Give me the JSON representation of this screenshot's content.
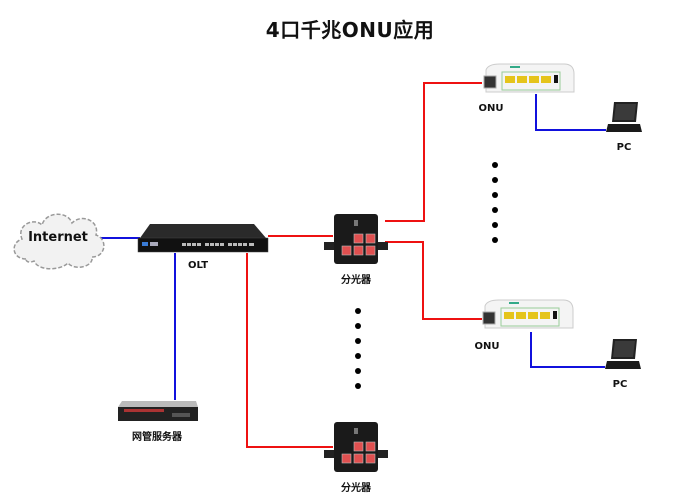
{
  "title": "4口千兆ONU应用",
  "nodes": {
    "internet": {
      "label": "Internet",
      "icon": "cloud-icon"
    },
    "olt": {
      "label": "OLT",
      "icon": "olt-rack-icon"
    },
    "server": {
      "label": "网管服务器",
      "icon": "server-icon"
    },
    "splitter_top": {
      "label": "分光器",
      "icon": "splitter-icon"
    },
    "splitter_bottom": {
      "label": "分光器",
      "icon": "splitter-icon"
    },
    "onu_top": {
      "label": "ONU",
      "icon": "onu-icon"
    },
    "onu_bottom": {
      "label": "ONU",
      "icon": "onu-icon"
    },
    "pc_top": {
      "label": "PC",
      "icon": "pc-icon"
    },
    "pc_bottom": {
      "label": "PC",
      "icon": "pc-icon"
    }
  },
  "links": [
    {
      "from": "internet",
      "to": "olt",
      "type": "ethernet"
    },
    {
      "from": "olt",
      "to": "server",
      "type": "ethernet"
    },
    {
      "from": "olt",
      "to": "splitter_top",
      "type": "fiber"
    },
    {
      "from": "olt",
      "to": "splitter_bottom",
      "type": "fiber"
    },
    {
      "from": "splitter_top",
      "to": "onu_top",
      "type": "fiber"
    },
    {
      "from": "splitter_top",
      "to": "onu_bottom",
      "type": "fiber"
    },
    {
      "from": "onu_top",
      "to": "pc_top",
      "type": "ethernet"
    },
    {
      "from": "onu_bottom",
      "to": "pc_bottom",
      "type": "ethernet"
    }
  ],
  "colors": {
    "fiber": "#ee1111",
    "ethernet": "#1111dd"
  },
  "ellipsis_dot_count": 6
}
